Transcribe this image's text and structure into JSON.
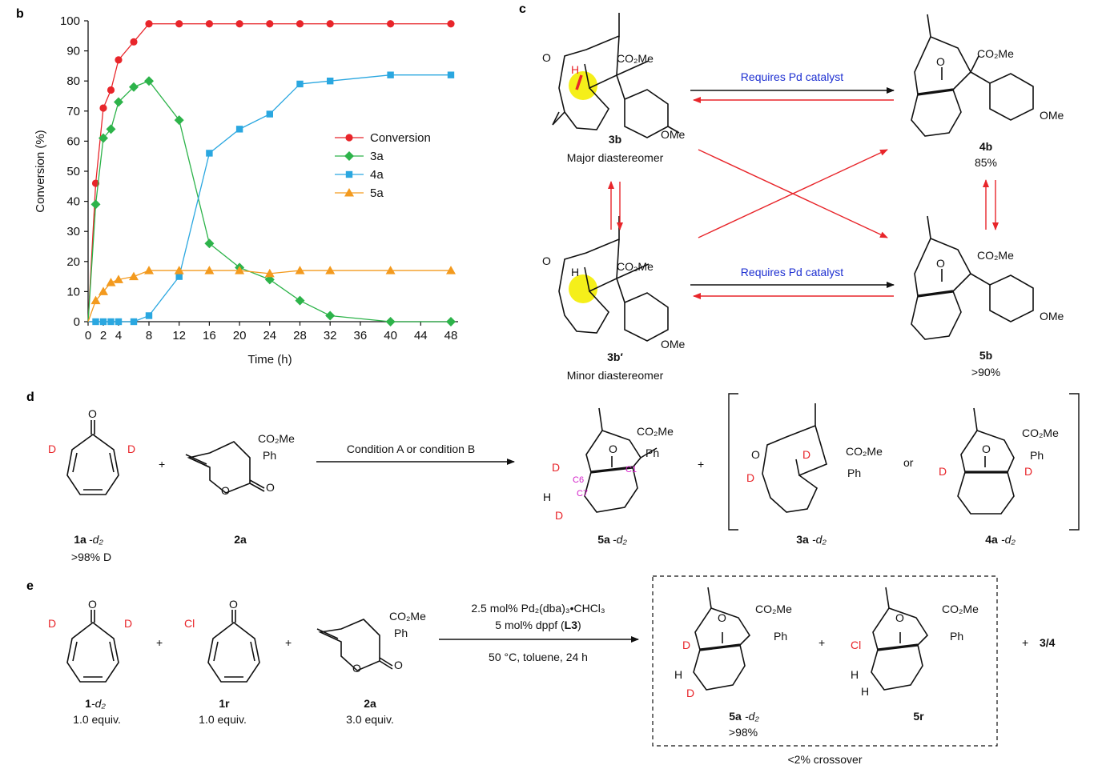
{
  "panels": {
    "b": "b",
    "c": "c",
    "d": "d",
    "e": "e"
  },
  "chart_data": {
    "type": "line",
    "xlabel": "Time (h)",
    "ylabel": "Conversion (%)",
    "xlim": [
      0,
      48
    ],
    "ylim": [
      0,
      100
    ],
    "xticks": [
      0,
      2,
      4,
      8,
      12,
      16,
      20,
      24,
      28,
      32,
      36,
      40,
      44,
      48
    ],
    "yticks": [
      0,
      10,
      20,
      30,
      40,
      50,
      60,
      70,
      80,
      90,
      100
    ],
    "grid": false,
    "legend_position": "center-right",
    "series": [
      {
        "name": "Conversion",
        "color": "#e8252a",
        "marker": "circle",
        "x": [
          0,
          1,
          2,
          3,
          4,
          6,
          8,
          12,
          16,
          20,
          24,
          28,
          32,
          40,
          48
        ],
        "y": [
          0,
          46,
          71,
          77,
          87,
          93,
          99,
          99,
          99,
          99,
          99,
          99,
          99,
          99,
          99
        ]
      },
      {
        "name": "3a",
        "color": "#2db34a",
        "marker": "diamond",
        "x": [
          0,
          1,
          2,
          3,
          4,
          6,
          8,
          12,
          16,
          20,
          24,
          28,
          32,
          40,
          48
        ],
        "y": [
          0,
          39,
          61,
          64,
          73,
          78,
          80,
          67,
          26,
          18,
          14,
          7,
          2,
          0,
          0
        ]
      },
      {
        "name": "4a",
        "color": "#2aa7e0",
        "marker": "square",
        "x": [
          0,
          1,
          2,
          3,
          4,
          6,
          8,
          12,
          16,
          20,
          24,
          28,
          32,
          40,
          48
        ],
        "y": [
          0,
          0,
          0,
          0,
          0,
          0,
          2,
          15,
          56,
          64,
          69,
          79,
          80,
          82,
          82
        ]
      },
      {
        "name": "5a",
        "color": "#f39a1e",
        "marker": "triangle",
        "x": [
          0,
          1,
          2,
          3,
          4,
          6,
          8,
          12,
          16,
          20,
          24,
          28,
          32,
          40,
          48
        ],
        "y": [
          0,
          7,
          10,
          13,
          14,
          15,
          17,
          17,
          17,
          17,
          16,
          17,
          17,
          17,
          17
        ]
      }
    ]
  },
  "panel_c": {
    "arrow_label_top": "Requires Pd catalyst",
    "arrow_label_bottom": "Requires Pd catalyst",
    "arrow_label_color": "#1d2fd1",
    "reverse_arrow_color": "#e8252a",
    "compounds": {
      "c3b": {
        "id": "3b",
        "desc": "Major diastereomer"
      },
      "c3bp": {
        "id": "3b′",
        "desc": "Minor diastereomer"
      },
      "c4b": {
        "id": "4b",
        "desc": "85%"
      },
      "c5b": {
        "id": "5b",
        "desc": ">90%"
      }
    },
    "labels": {
      "ester": "CO₂Me",
      "ome": "OMe",
      "H": "H",
      "O": "O"
    }
  },
  "panel_d": {
    "arrow_label": "Condition A or condition B",
    "plus": "+",
    "or": "or",
    "ester": "CO₂Me",
    "ph": "Ph",
    "D": "D",
    "H": "H",
    "O": "O",
    "c1": "C1",
    "c6": "C6",
    "c7": "C7",
    "compounds": {
      "c1a": {
        "id": "1a",
        "suffix": "-d₂",
        "desc": ">98% D"
      },
      "c2a": {
        "id": "2a"
      },
      "c5a": {
        "id": "5a",
        "suffix": "-d₂"
      },
      "c3a": {
        "id": "3a",
        "suffix": "-d₂"
      },
      "c4a": {
        "id": "4a",
        "suffix": "-d₂"
      }
    }
  },
  "panel_e": {
    "conditions_line1": "2.5 mol% Pd₂(dba)₃•CHCl₃",
    "conditions_line2_pre": "5 mol% dppf (",
    "conditions_line2_bold": "L3",
    "conditions_line2_post": ")",
    "conditions_line3": "50 °C, toluene, 24 h",
    "plus": "+",
    "extra_product": "3/4",
    "crossover": "<2% crossover",
    "D": "D",
    "Cl": "Cl",
    "H": "H",
    "O": "O",
    "ester": "CO₂Me",
    "ph": "Ph",
    "compounds": {
      "e1": {
        "id": "1",
        "suffix": "-d₂",
        "desc": "1.0 equiv."
      },
      "e1r": {
        "id": "1r",
        "desc": "1.0 equiv."
      },
      "e2a": {
        "id": "2a",
        "desc": "3.0 equiv."
      },
      "e5a": {
        "id": "5a",
        "suffix": "-d₂",
        "desc": ">98%"
      },
      "e5r": {
        "id": "5r"
      }
    }
  }
}
